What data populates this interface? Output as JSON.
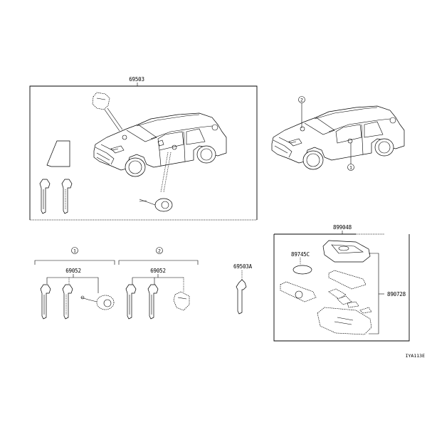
{
  "diagram": {
    "type": "parts-catalog-illustration",
    "illustration_code": "IYA113E",
    "groups": [
      {
        "id": "lock-cylinder-set",
        "part_number": "69503",
        "contents": [
          "door lock cylinder (driver)",
          "ignition / push-start housing",
          "glove box lock",
          "key x2",
          "trim panel"
        ]
      },
      {
        "id": "key-location-reference",
        "callouts": [
          {
            "marker": "2",
            "location": "hood / front"
          },
          {
            "marker": "1",
            "location": "driver door"
          }
        ]
      },
      {
        "id": "key-sets",
        "sets": [
          {
            "marker": "1",
            "part_number": "69052",
            "contents": [
              "key",
              "key",
              "door lock cylinder"
            ]
          },
          {
            "marker": "2",
            "part_number": "69052",
            "contents": [
              "key",
              "key",
              "lock housing"
            ]
          }
        ]
      },
      {
        "id": "blank-key",
        "part_number": "69503A"
      },
      {
        "id": "smart-key-transmitter",
        "part_number": "899048",
        "sub_parts": [
          {
            "part_number": "89745C",
            "description": "battery"
          },
          {
            "part_number": "890728",
            "description": "transmitter housing/case"
          }
        ]
      }
    ]
  },
  "labels": {
    "box1": "69503",
    "marker1": "1",
    "marker2": "2",
    "set1_part": "69052",
    "set2_part": "69052",
    "single_key": "69503A",
    "remote_assy": "899048",
    "battery": "89745C",
    "case": "890728",
    "code": "IYA113E"
  }
}
